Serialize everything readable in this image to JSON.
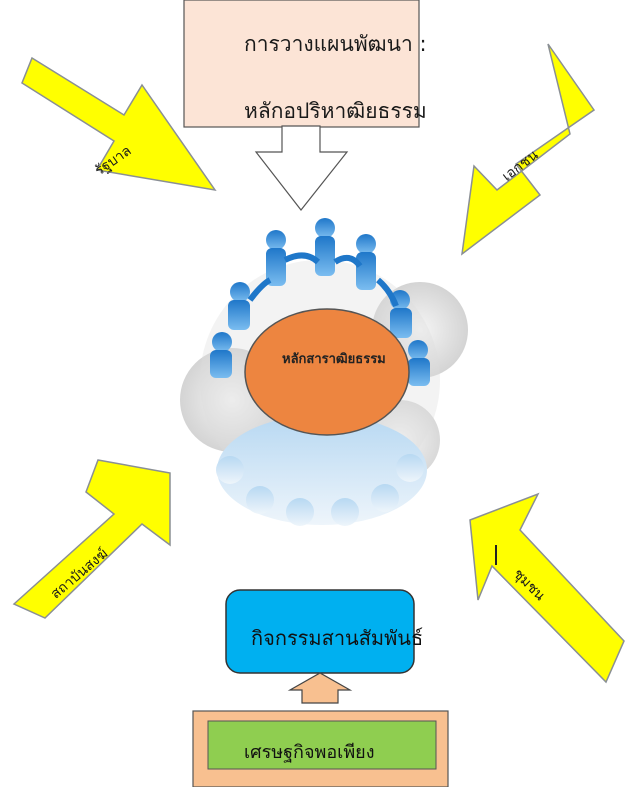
{
  "planning_box": {
    "line1": "การวางแผนพัฒนา :",
    "line2": "หลักอปริหาฒิยธรรม"
  },
  "center": {
    "label": "หลักสาราฒิยธรรม"
  },
  "arrows": {
    "government": "รัฐบาล",
    "private": "เอกชน",
    "institutions": "สถาบันสงฆ์",
    "community": "ชุมชน"
  },
  "activity_box": {
    "label": "กิจกรรมสานสัมพันธ์"
  },
  "economy_box": {
    "label": "เศรษฐกิจพอเพียง"
  },
  "colors": {
    "arrow_fill": "#ffff00",
    "arrow_stroke": "#8a8f94",
    "planning_fill": "#fce4d6",
    "ellipse_fill": "#ed8540",
    "activity_fill": "#00b0f0",
    "economy_outer": "#f8c090",
    "economy_inner": "#8fce50",
    "people": "#2e8ed6"
  }
}
